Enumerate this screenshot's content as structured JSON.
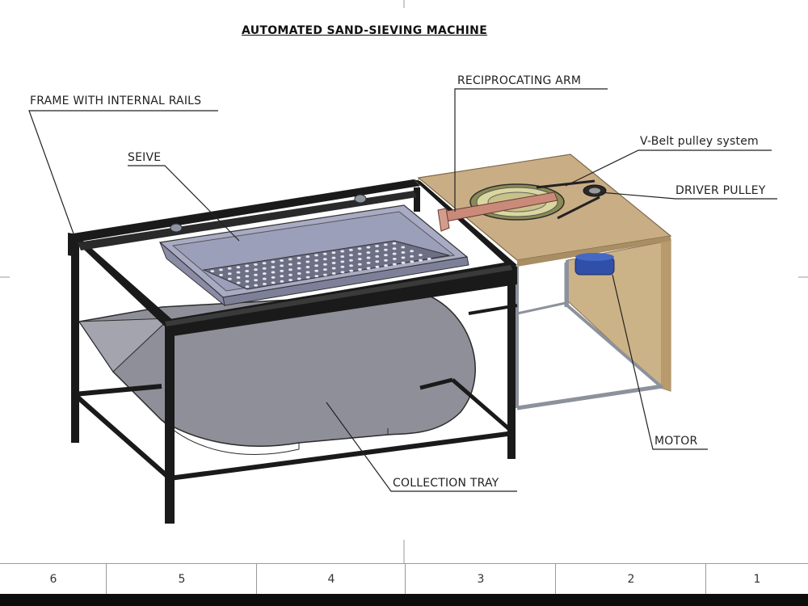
{
  "title": "AUTOMATED SAND-SIEVING MACHINE",
  "labels": {
    "frame": "FRAME WITH INTERNAL RAILS",
    "sieve": "SEIVE",
    "arm": "RECIPROCATING ARM",
    "belt": "V-Belt pulley system",
    "driver": "DRIVER  PULLEY",
    "motor": "MOTOR",
    "tray": "COLLECTION TRAY"
  },
  "zones": [
    "6",
    "5",
    "4",
    "3",
    "2",
    "1"
  ],
  "colors": {
    "frame": "#1a1a1a",
    "frame_light": "#9aa0aa",
    "tray": "#8e8f98",
    "sieve": "#a9abc4",
    "wood": "#c9ad84",
    "motor": "#2f4fa8",
    "arm": "#c98a7a",
    "pulley": "#d9d6a0"
  }
}
